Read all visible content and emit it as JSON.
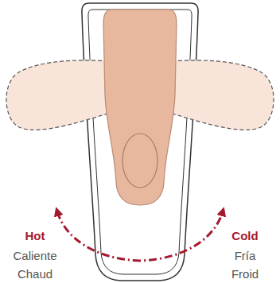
{
  "diagram": {
    "labels": [
      "Hot",
      "Caliente",
      "Chaud",
      "Cold",
      "Fría",
      "Froid"
    ]
  }
}
